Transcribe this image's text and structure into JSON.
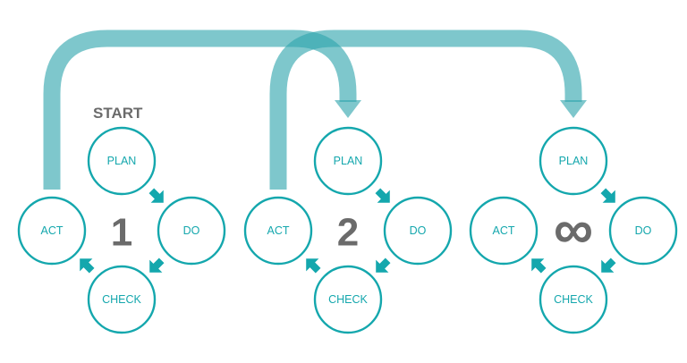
{
  "start_label": "START",
  "cycles": [
    {
      "number": "1",
      "nodes": {
        "plan": "PLAN",
        "do": "DO",
        "check": "CHECK",
        "act": "ACT"
      }
    },
    {
      "number": "2",
      "nodes": {
        "plan": "PLAN",
        "do": "DO",
        "check": "CHECK",
        "act": "ACT"
      }
    },
    {
      "number": "∞",
      "nodes": {
        "plan": "PLAN",
        "do": "DO",
        "check": "CHECK",
        "act": "ACT"
      }
    }
  ],
  "colors": {
    "circle_stroke": "#14a7ad",
    "label_text": "#14a7ad",
    "cycle_arrow": "#14a7ad",
    "loop_arrow": "#2ea4ad",
    "number_text": "#6b6b6b"
  }
}
